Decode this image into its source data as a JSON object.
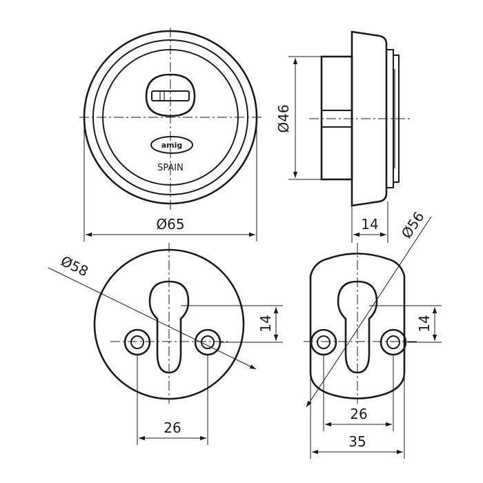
{
  "views": {
    "front": {
      "logo_text": "amig",
      "origin_text": "SPAIN",
      "diameter_label": "Ø65"
    },
    "side": {
      "diameter_label": "Ø46",
      "depth_label": "14"
    },
    "back_round": {
      "diameter_label": "Ø58",
      "height_label": "14",
      "spacing_label": "26"
    },
    "back_oval": {
      "diameter_label": "Ø56",
      "height_label": "14",
      "spacing_label": "26",
      "width_label": "35"
    }
  },
  "colors": {
    "line": "#1a1a1a",
    "background": "#ffffff"
  }
}
